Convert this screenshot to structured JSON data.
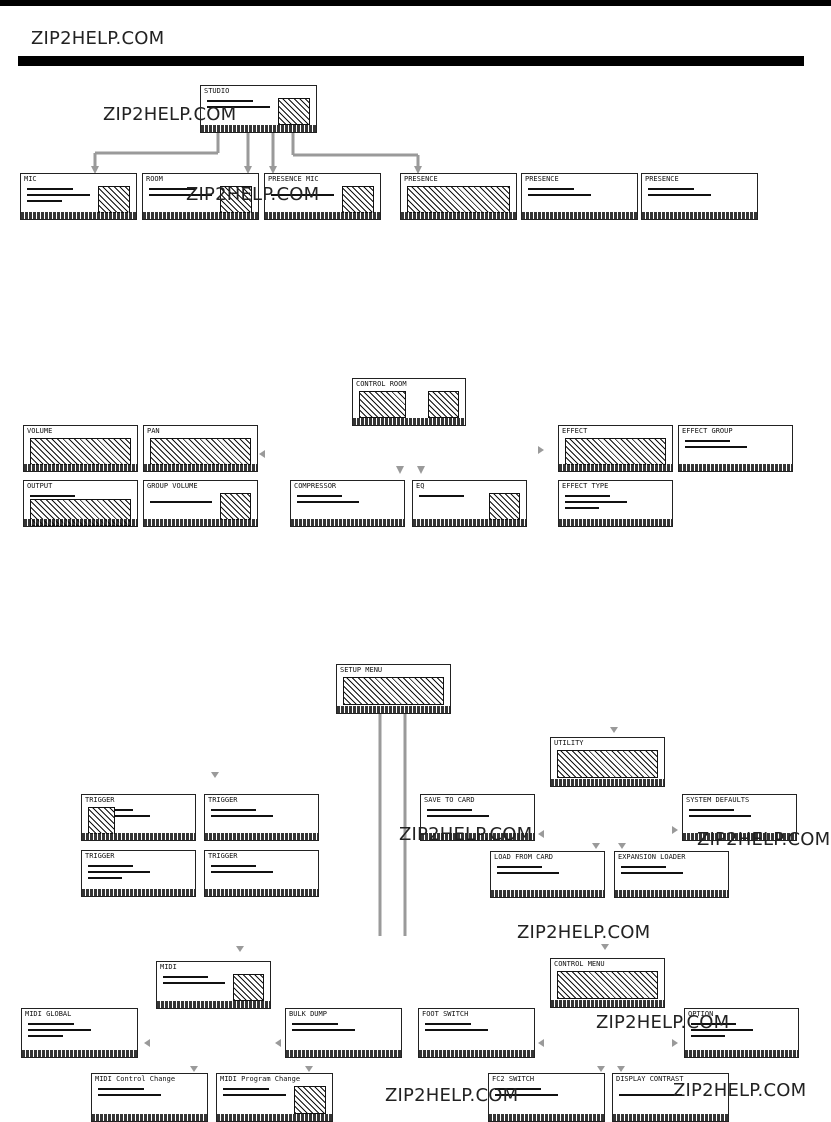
{
  "brand": {
    "top": "ZIP2HELP.COM",
    "watermarks": [
      "ZIP2HELP.COM",
      "ZIP2HELP.COM",
      "ZIP2HELP.COM",
      "ZIP2HELP.COM",
      "ZIP2HELP.COM",
      "ZIP2HELP.COM",
      "ZIP2HELP.COM",
      "ZIP2HELP.COM"
    ]
  },
  "screens": {
    "studio": "STUDIO",
    "mic": "MIC",
    "room": "ROOM",
    "presence_mic": "PRESENCE MIC",
    "presence_level": "PRESENCE",
    "presence_send": "PRESENCE",
    "presence_output": "PRESENCE",
    "control_room": "CONTROL ROOM",
    "volume": "VOLUME",
    "pan": "PAN",
    "output": "OUTPUT",
    "group_volume": "GROUP VOLUME",
    "compressor": "COMPRESSOR",
    "eq": "EQ",
    "effect": "EFFECT",
    "effect_group": "EFFECT GROUP",
    "effect_type": "EFFECT TYPE",
    "setup_menu": "SETUP MENU",
    "utility": "UTILITY",
    "trigger_1": "TRIGGER",
    "trigger_2": "TRIGGER",
    "trigger_3": "TRIGGER",
    "trigger_4": "TRIGGER",
    "save_to_card": "SAVE TO CARD",
    "system_defaults": "SYSTEM DEFAULTS",
    "load_from_card": "LOAD FROM CARD",
    "expansion_loader": "EXPANSION LOADER",
    "midi": "MIDI",
    "control_menu": "CONTROL MENU",
    "midi_global": "MIDI GLOBAL",
    "bulk_dump": "BULK DUMP",
    "foot_switch": "FOOT SWITCH",
    "option": "OPTION",
    "midi_control_change": "MIDI Control Change",
    "midi_program_change": "MIDI Program Change",
    "fc_switch": "FC2 SWITCH",
    "display_contrast": "DISPLAY CONTRAST"
  }
}
